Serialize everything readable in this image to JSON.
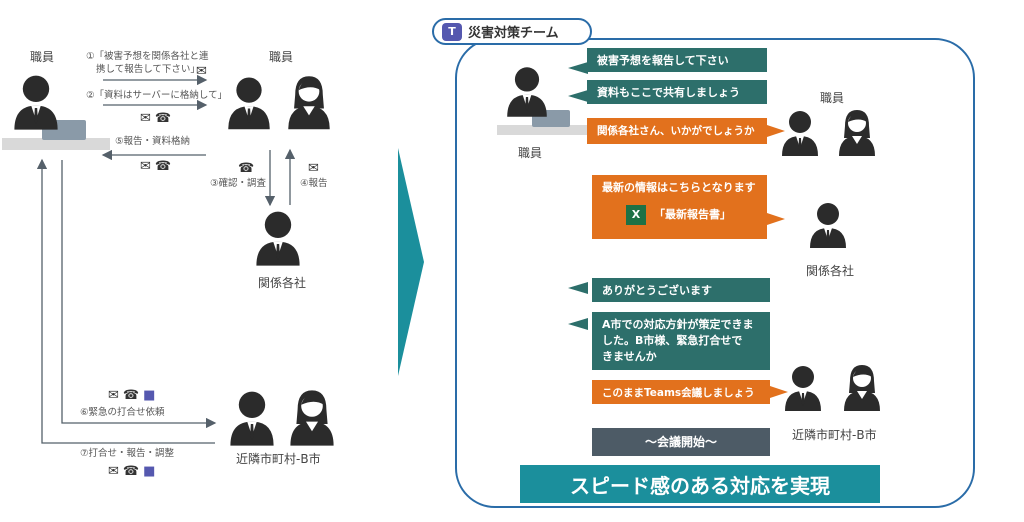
{
  "left": {
    "staff_left": "職員",
    "staff_right": "職員",
    "related": "関係各社",
    "neighbor": "近隣市町村-B市",
    "step1": "①「被害予想を関係各社と連",
    "step1b": "携して報告して下さい」",
    "step2": "②「資料はサーバーに格納して」",
    "step3": "③確認・調査",
    "step4": "④報告",
    "step5": "⑤報告・資料格納",
    "step6": "⑥緊急の打合せ依頼",
    "step7": "⑦打合せ・報告・調整"
  },
  "right": {
    "teams_title": "災害対策チーム",
    "staff": "職員",
    "staff_group": "職員",
    "related": "関係各社",
    "neighbor": "近隣市町村-B市",
    "msg1": "被害予想を報告して下さい",
    "msg2": "資料もここで共有しましょう",
    "msg3": "関係各社さん、いかがでしょうか",
    "msg4": "最新の情報はこちらとなります",
    "msg4_file": "「最新報告書」",
    "msg5": "ありがとうございます",
    "msg6a": "A市での対応方針が策定できま",
    "msg6b": "した。B市様、緊急打合せで",
    "msg6c": "きませんか",
    "msg7": "このままTeams会議しましょう",
    "msg8": "〜会議開始〜",
    "banner": "スピード感のある対応を実現"
  },
  "colors": {
    "teal": "#2d6f6b",
    "orange": "#e2711d",
    "frame": "#2a6ca8",
    "banner": "#1b8f9c"
  }
}
